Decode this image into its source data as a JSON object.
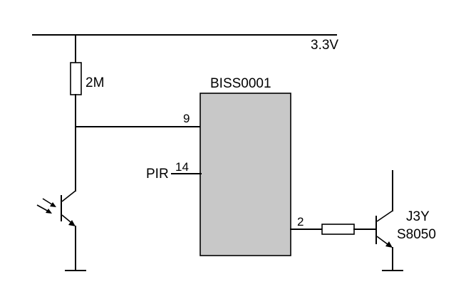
{
  "supply": {
    "label": "3.3V"
  },
  "resistor_top": {
    "label": "2M"
  },
  "ic": {
    "label": "BISS0001",
    "fill": "#c8c8c8"
  },
  "pins": {
    "p9": "9",
    "p14": "14",
    "p2": "2"
  },
  "pir": {
    "label": "PIR"
  },
  "transistor_out": {
    "line1": "J3Y",
    "line2": "S8050"
  },
  "colors": {
    "wire": "#000000",
    "background": "#ffffff"
  }
}
